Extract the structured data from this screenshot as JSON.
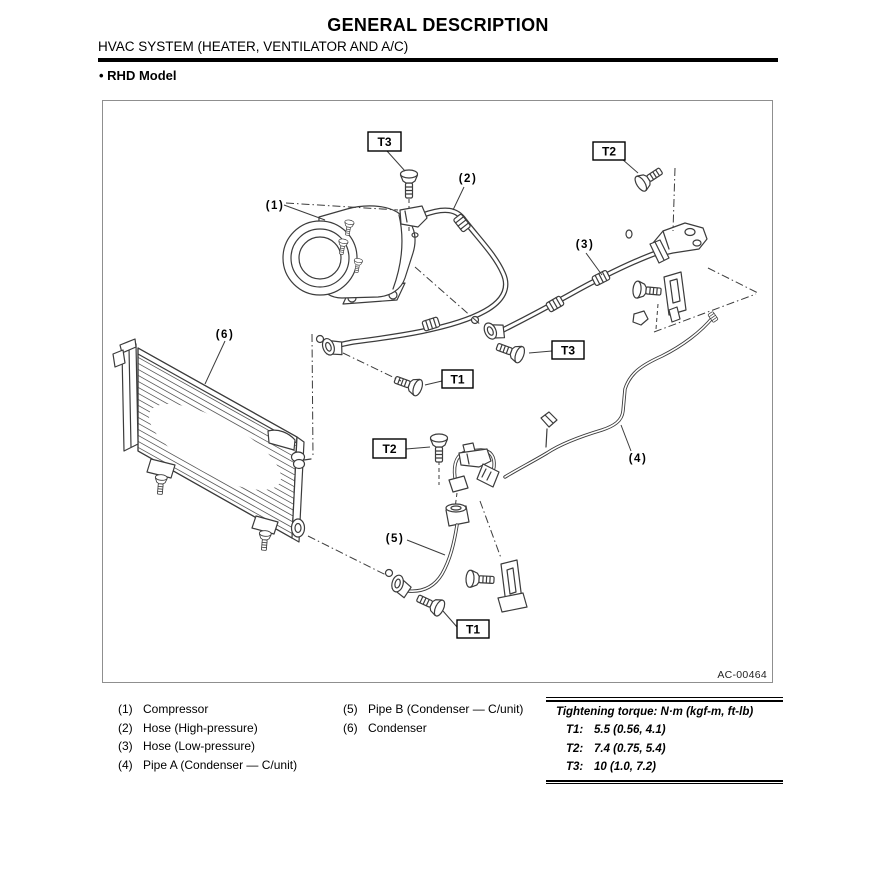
{
  "header": {
    "title": "GENERAL DESCRIPTION",
    "subtitle": "HVAC SYSTEM (HEATER, VENTILATOR AND A/C)",
    "model_label": "• RHD Model"
  },
  "diagram": {
    "figure_id": "AC-00464",
    "callout_labels": {
      "t3_top": "T3",
      "t2_top": "T2",
      "t3_mid": "T3",
      "t1_mid": "T1",
      "t2_mid": "T2",
      "t1_bottom": "T1",
      "num1": "(1)",
      "num2": "(2)",
      "num3": "(3)",
      "num4": "(4)",
      "num5": "(5)",
      "num6": "(6)"
    }
  },
  "legend": {
    "column1": [
      {
        "num": "(1)",
        "label": "Compressor"
      },
      {
        "num": "(2)",
        "label": "Hose (High-pressure)"
      },
      {
        "num": "(3)",
        "label": "Hose (Low-pressure)"
      },
      {
        "num": "(4)",
        "label": "Pipe A (Condenser — C/unit)"
      }
    ],
    "column2": [
      {
        "num": "(5)",
        "label": "Pipe B (Condenser — C/unit)"
      },
      {
        "num": "(6)",
        "label": "Condenser"
      }
    ]
  },
  "torque_table": {
    "title": "Tightening torque: N·m (kgf-m, ft-lb)",
    "rows": [
      {
        "id": "T1:",
        "value": "5.5 (0.56, 4.1)"
      },
      {
        "id": "T2:",
        "value": "7.4 (0.75, 5.4)"
      },
      {
        "id": "T3:",
        "value": "10 (1.0, 7.2)"
      }
    ]
  }
}
